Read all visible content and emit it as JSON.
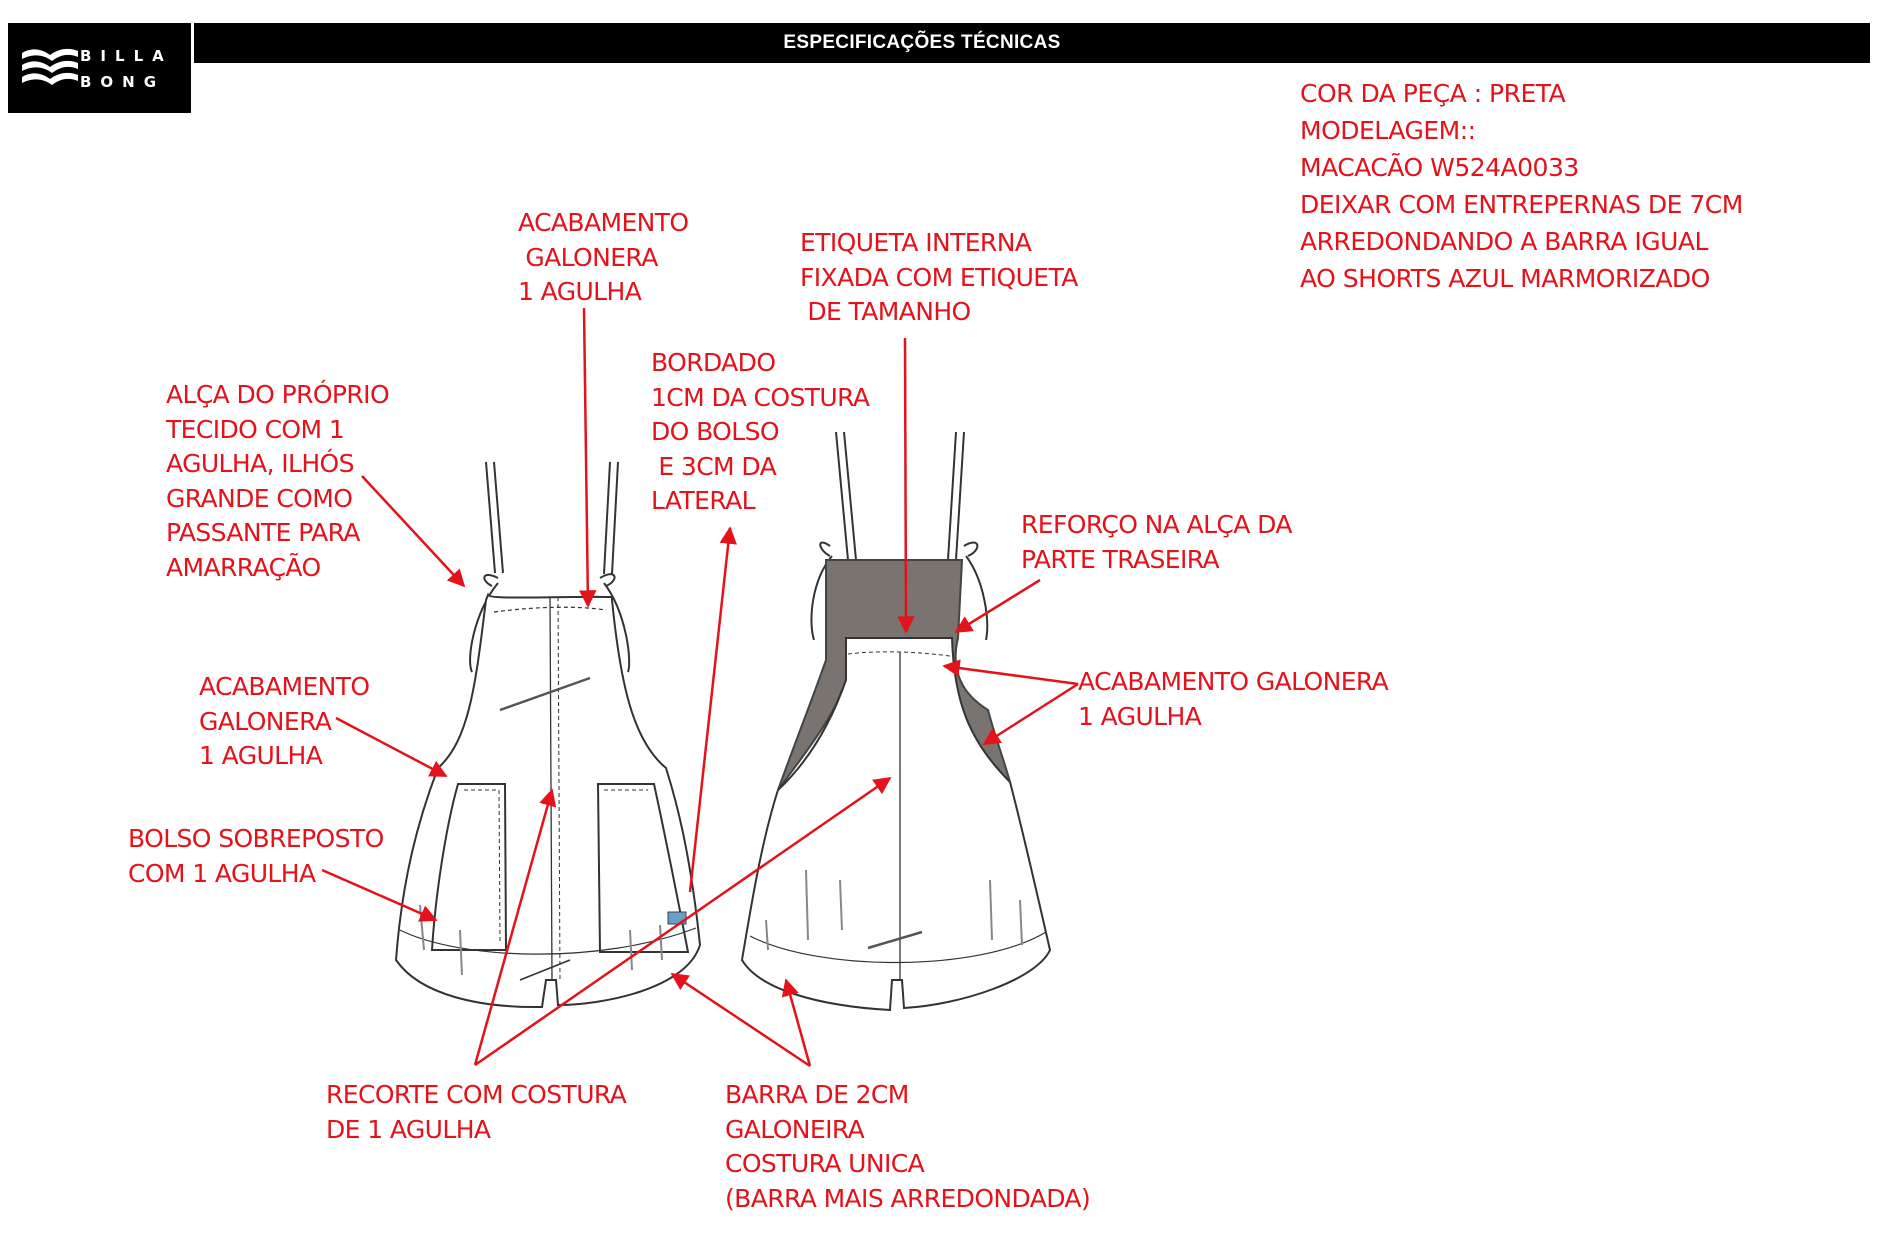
{
  "header": {
    "logo_line1": "BILLA",
    "logo_line2": "BONG",
    "title": "ESPECIFICAÇÕES TÉCNICAS"
  },
  "spec": {
    "lines": [
      "COR DA PEÇA : PRETA",
      "MODELAGEM::",
      "MACACÃO W524A0033",
      "DEIXAR COM ENTREPERNAS DE 7CM",
      "ARREDONDANDO A BARRA IGUAL",
      "AO SHORTS AZUL MARMORIZADO"
    ]
  },
  "annotations": {
    "acabamento_top": "ACABAMENTO\n GALONERA\n1 AGULHA",
    "alca": "ALÇA DO PRÓPRIO\nTECIDO COM 1\nAGULHA, ILHÓS\nGRANDE COMO\nPASSANTE PARA\nAMARRAÇÃO",
    "bordado": "BORDADO\n1CM DA COSTURA\nDO BOLSO\n E 3CM DA\nLATERAL",
    "etiqueta": "ETIQUETA INTERNA\nFIXADA COM ETIQUETA\n DE TAMANHO",
    "reforco": "REFORÇO NA ALÇA DA\nPARTE TRASEIRA",
    "acabamento_left": "ACABAMENTO\nGALONERA\n1 AGULHA",
    "acabamento_right": "ACABAMENTO GALONERA\n1 AGULHA",
    "bolso": "BOLSO SOBREPOSTO\nCOM 1 AGULHA",
    "recorte": "RECORTE COM COSTURA\nDE 1 AGULHA",
    "barra": "BARRA DE 2CM\nGALONEIRA\nCOSTURA UNICA\n(BARRA MAIS ARREDONDADA)"
  },
  "colors": {
    "annotation_red": "#e3121b",
    "back_panel_gray": "#7a7470",
    "header_black": "#000000"
  },
  "icons": {
    "logo": "billabong-wave-logo"
  }
}
